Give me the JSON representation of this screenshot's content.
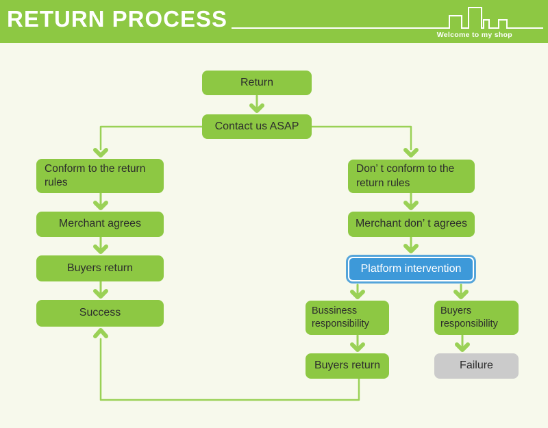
{
  "header": {
    "title": "RETURN PROCESS",
    "tagline": "Welcome to my shop"
  },
  "flow": {
    "return": "Return",
    "contact": "Contact us ASAP",
    "conform": "Conform to the return rules",
    "merchant_agrees": "Merchant agrees",
    "buyers_return": "Buyers return",
    "success": "Success",
    "dont_conform": "Don’ t conform to the return rules",
    "merchant_dont_agrees": "Merchant don’ t agrees",
    "platform": "Platform intervention",
    "bussiness_responsibility": "Bussiness responsibility",
    "buyers_responsibility": "Buyers responsibility",
    "buyers_return_2": "Buyers return",
    "failure": "Failure"
  },
  "icons": {
    "skyline": "city-skyline-icon"
  },
  "colors": {
    "header_green": "#8dc843",
    "box_green": "#8dc843",
    "connector_green": "#9ad156",
    "highlight_blue": "#3d99d9",
    "failure_gray": "#cbcbcb",
    "background": "#f7f9ec",
    "text_dark": "#2c2c2c",
    "text_light": "#ffffff"
  }
}
